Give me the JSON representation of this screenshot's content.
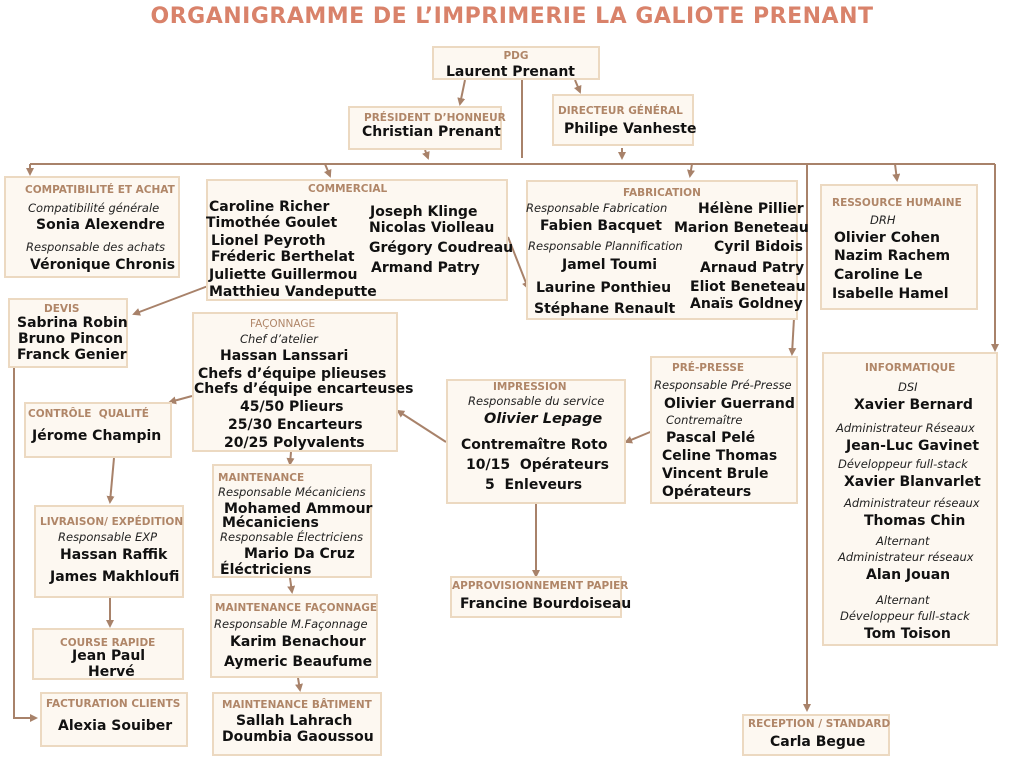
{
  "title": "ORGANIGRAMME DE L’IMPRIMERIE LA GALIOTE PRENANT",
  "pdg": {
    "head": "PDG",
    "name": "Laurent Prenant"
  },
  "president": {
    "head": "PRÉSIDENT D’HONNEUR",
    "name": "Christian Prenant"
  },
  "dg": {
    "head": "DIRECTEUR GÉNÉRAL",
    "name": "Philipe Vanheste"
  },
  "compta": {
    "head": "COMPATIBILITÉ ET ACHAT",
    "role1": "Compatibilité générale",
    "name1": "Sonia Alexendre",
    "role2": "Responsable des achats",
    "name2": "Véronique Chronis"
  },
  "commercial": {
    "head": "COMMERCIAL",
    "col1": [
      "Caroline Richer",
      "Timothée Goulet",
      "Lionel Peyroth",
      "Fréderic Berthelat",
      "Juliette Guillermou",
      "Matthieu Vandeputte"
    ],
    "col2": [
      "Joseph Klinge",
      "Nicolas Violleau",
      "Grégory Coudreau",
      "Armand Patry"
    ]
  },
  "fabrication": {
    "head": "FABRICATION",
    "role1": "Responsable Fabrication",
    "name1": "Fabien Bacquet",
    "role2": "Responsable Plannification",
    "name2": "Jamel Toumi",
    "name3": "Laurine Ponthieu",
    "name4": "Stéphane Renault",
    "col2": [
      "Hélène Pillier",
      "Marion Beneteau",
      "Cyril Bidois",
      "Arnaud Patry",
      "Eliot Beneteau",
      "Anaïs Goldney"
    ]
  },
  "rh": {
    "head": "RESSOURCE HUMAINE",
    "role": "DRH",
    "names": [
      "Olivier Cohen",
      "Nazim Rachem",
      "Caroline Le",
      "Isabelle Hamel"
    ]
  },
  "devis": {
    "head": "DEVIS",
    "names": [
      "Sabrina Robin",
      "Bruno Pincon",
      "Franck Genier"
    ]
  },
  "faconnage": {
    "head": "FAÇONNAGE",
    "role": "Chef d’atelier",
    "lines": [
      "Hassan Lanssari",
      "Chefs d’équipe plieuses",
      "Chefs d’équipe encarteuses",
      "45/50 Plieurs",
      "25/30 Encarteurs",
      "20/25 Polyvalents"
    ]
  },
  "controle": {
    "head": "CONTRÔLE  QUALITÉ",
    "name": "Jérome Champin"
  },
  "maintenance": {
    "head": "MAINTENANCE",
    "role1": "Responsable Mécaniciens",
    "name1": "Mohamed Ammour",
    "name2": "Mécaniciens",
    "role2": "Responsable Électriciens",
    "name3": "Mario Da Cruz",
    "name4": "Éléctriciens"
  },
  "impression": {
    "head": "IMPRESSION",
    "role": "Responsable du service",
    "chief": "Olivier Lepage",
    "lines": [
      "Contremaître Roto",
      "10/15  Opérateurs",
      "5  Enleveurs"
    ]
  },
  "prepresse": {
    "head": "PRÉ-PRESSE",
    "role1": "Responsable Pré-Presse",
    "name1": "Olivier Guerrand",
    "role2": "Contremaître",
    "names": [
      "Pascal Pelé",
      "Celine Thomas",
      "Vincent Brule",
      "Opérateurs"
    ]
  },
  "informatique": {
    "head": "INFORMATIQUE",
    "entries": [
      {
        "role": "DSI",
        "name": "Xavier Bernard"
      },
      {
        "role": "Administrateur Réseaux",
        "name": "Jean-Luc Gavinet"
      },
      {
        "role": "Développeur full-stack",
        "name": "Xavier Blanvarlet"
      },
      {
        "role": "Administrateur réseaux",
        "name": "Thomas Chin"
      },
      {
        "role": "Alternant",
        "role2": "Administrateur réseaux",
        "name": "Alan Jouan"
      },
      {
        "role": "Alternant",
        "role2": "Développeur full-stack",
        "name": "Tom Toison"
      }
    ]
  },
  "livraison": {
    "head": "LIVRAISON/ EXPÉDITION",
    "role": "Responsable EXP",
    "name1": "Hassan Raffik",
    "name2": "James Makhloufi"
  },
  "maintfac": {
    "head": "MAINTENANCE FAÇONNAGE",
    "role": "Responsable M.Façonnage",
    "name1": "Karim Benachour",
    "name2": "Aymeric Beaufume"
  },
  "appro": {
    "head": "APPROVISIONNEMENT PAPIER",
    "name": "Francine Bourdoiseau"
  },
  "course": {
    "head": "COURSE RAPIDE",
    "name1": "Jean Paul",
    "name2": "Hervé"
  },
  "maintbat": {
    "head": "MAINTENANCE BÂTIMENT",
    "name1": "Sallah Lahrach",
    "name2": "Doumbia Gaoussou"
  },
  "facturation": {
    "head": "FACTURATION CLIENTS",
    "name": "Alexia Souiber"
  },
  "reception": {
    "head": "RECEPTION / STANDARD",
    "name": "Carla Begue"
  }
}
